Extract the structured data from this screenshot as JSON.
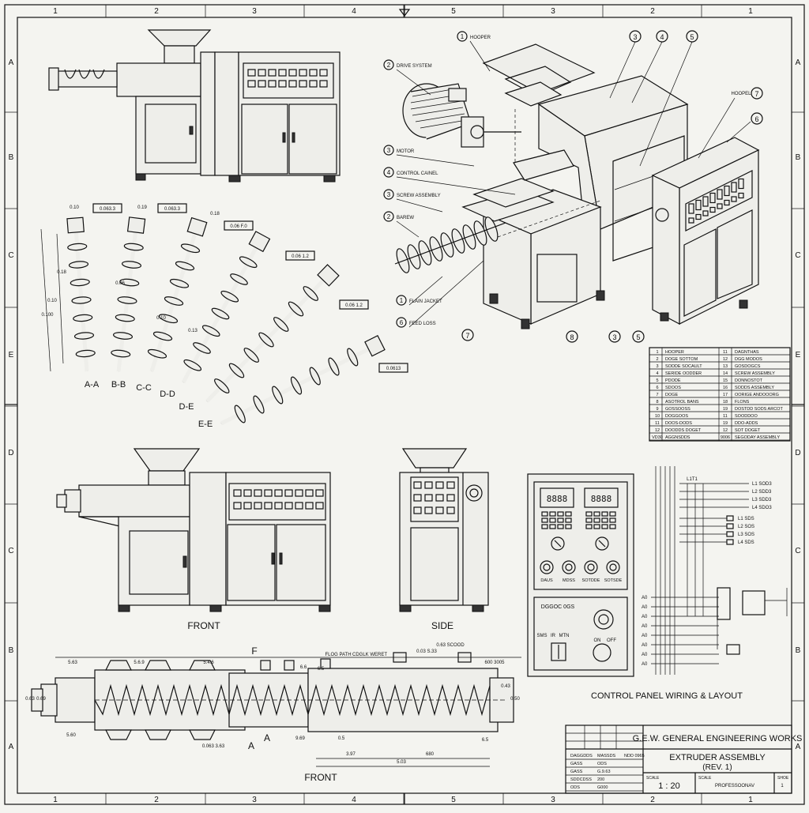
{
  "border": {
    "columns_top": [
      "1",
      "2",
      "3",
      "4",
      "5",
      "3",
      "2",
      "1"
    ],
    "columns_bottom": [
      "1",
      "2",
      "3",
      "4",
      "5",
      "3",
      "2",
      "1"
    ],
    "rows_left": [
      "A",
      "B",
      "C",
      "E",
      "D",
      "C",
      "B",
      "A"
    ],
    "rows_right": [
      "A",
      "B",
      "C",
      "E",
      "D",
      "C",
      "B",
      "A"
    ]
  },
  "callouts": [
    {
      "num": "1",
      "label": "HOOPER"
    },
    {
      "num": "2",
      "label": "DRIVE SYSTEM"
    },
    {
      "num": "3",
      "label": "MOTOR"
    },
    {
      "num": "4",
      "label": "CONTROL CAINEL"
    },
    {
      "num": "3",
      "label": "SCREW ASSEMBLY"
    },
    {
      "num": "2",
      "label": "BAREW"
    },
    {
      "num": "1",
      "label": "FLAIN JACKET"
    },
    {
      "num": "6",
      "label": "FEED LOSS"
    }
  ],
  "iso_numbers": {
    "top": [
      "3",
      "4",
      "5"
    ],
    "right_label": "HOOPEL",
    "right_num": "7",
    "six": "6",
    "bottom": [
      "7",
      "8",
      "3",
      "5"
    ]
  },
  "sections": {
    "labels": [
      "A-A",
      "B-B",
      "C-C",
      "D-D",
      "D-E",
      "E-E"
    ],
    "dims": [
      "0.10",
      "0.19",
      "0.18",
      "0.18",
      "0.10",
      "0.100",
      "0.06",
      "0.10",
      "0.13"
    ],
    "boxes": [
      "0.063.3",
      "0.063.3",
      "0.06 F.0",
      "0.06 1.2",
      "0.06 1.2",
      "0.0613"
    ]
  },
  "parts_table": {
    "rows": [
      [
        "1",
        "HOOPER",
        "11",
        "DAGNTHAS"
      ],
      [
        "2",
        "DOGE SOTTOM",
        "12",
        "DGG MODOS"
      ],
      [
        "3",
        "SODDE SOCAULT",
        "13",
        "GOSDOGCS"
      ],
      [
        "4",
        "SERIDE OODDER",
        "14",
        "SCREW ASSEMBLY"
      ],
      [
        "5",
        "PDODE",
        "15",
        "DONNOSTOT"
      ],
      [
        "6",
        "SDOOS",
        "16",
        "SODDS ASSEMBLY"
      ],
      [
        "7",
        "DOGE",
        "17",
        "OORIGE ANDOOORG"
      ],
      [
        "8",
        "ASOTROL BANS",
        "18",
        "FLONS"
      ],
      [
        "9",
        "GOSSOOSS",
        "19",
        "DOSTDD SODS ARCOT"
      ],
      [
        "10",
        "DOGGOOS",
        "11",
        "SOODDOO"
      ],
      [
        "11",
        "DOOS-DODS",
        "19",
        "DDO-ADDS"
      ],
      [
        "12",
        "DOODDS DOGET",
        "12",
        "SOT DOGET"
      ],
      [
        "VD30",
        "AGGNSDDS",
        "9006",
        "SEGODAY ASSEMBLY"
      ]
    ]
  },
  "views": {
    "front_label": "FRONT",
    "side_label": "SIDE",
    "bottom_label": "FRONT"
  },
  "panel": {
    "display_left": "8888",
    "display_right": "8888",
    "knob_labels": [
      "DAUS",
      "MDSS",
      "SOTDDE",
      "SOTSDE"
    ],
    "meter_label": "DGGOC 0GS",
    "switch_labels": [
      "SMS",
      "IR",
      "MTN"
    ],
    "onoff": [
      "ON",
      "OFF"
    ],
    "caption": "CONTROL PANEL WIRING & LAYOUT"
  },
  "wiring": {
    "top_label": "L1T1",
    "right_labels": [
      "L1 SOD3",
      "L2 SDD3",
      "L3 SDD3",
      "L4 SDO3"
    ],
    "mid_labels": [
      "L1 SDS",
      "L2 SOS",
      "L3 SOS",
      "L4 SDS"
    ],
    "left_labels": [
      "A0",
      "A0",
      "A0",
      "A0",
      "A0",
      "A0",
      "A0",
      "A0"
    ]
  },
  "barrel_dims": {
    "top": [
      "5.63",
      "5.6.9",
      "5.4.6",
      "F",
      "6.6",
      "6.5",
      "FLOG PATH",
      "CDGLK WERET",
      "0.03 S.33",
      "0.63 SCOOD",
      "600 3005"
    ],
    "side": [
      "0.63",
      "0.69",
      "0.50",
      "0.43"
    ],
    "bottom": [
      "5.60",
      "0.063 3.63",
      "A",
      "A",
      "9.69",
      "0.5",
      "3.97",
      "680",
      "5.03",
      "6.5"
    ]
  },
  "title_block": {
    "company": "G.E.W. GENERAL ENGINEERING WORKS",
    "title": "EXTRUDER ASSEMBLY",
    "rev": "(REV. 1)",
    "left_rows": [
      [
        "DAGGDDS",
        "MASSDS",
        "NDD 0965"
      ],
      [
        "GASS",
        "ODS",
        ""
      ],
      [
        "GASS",
        "G.9.63",
        ""
      ],
      [
        "SDDCDSS",
        "200",
        ""
      ],
      [
        "ODS",
        "G000",
        ""
      ]
    ],
    "scale_label": "SCALE",
    "scale": "1 : 20",
    "sheet_label": "SCALE",
    "sheet_value": "PROFESSOONAV",
    "num_label": "SHOE",
    "num_value": "1"
  }
}
